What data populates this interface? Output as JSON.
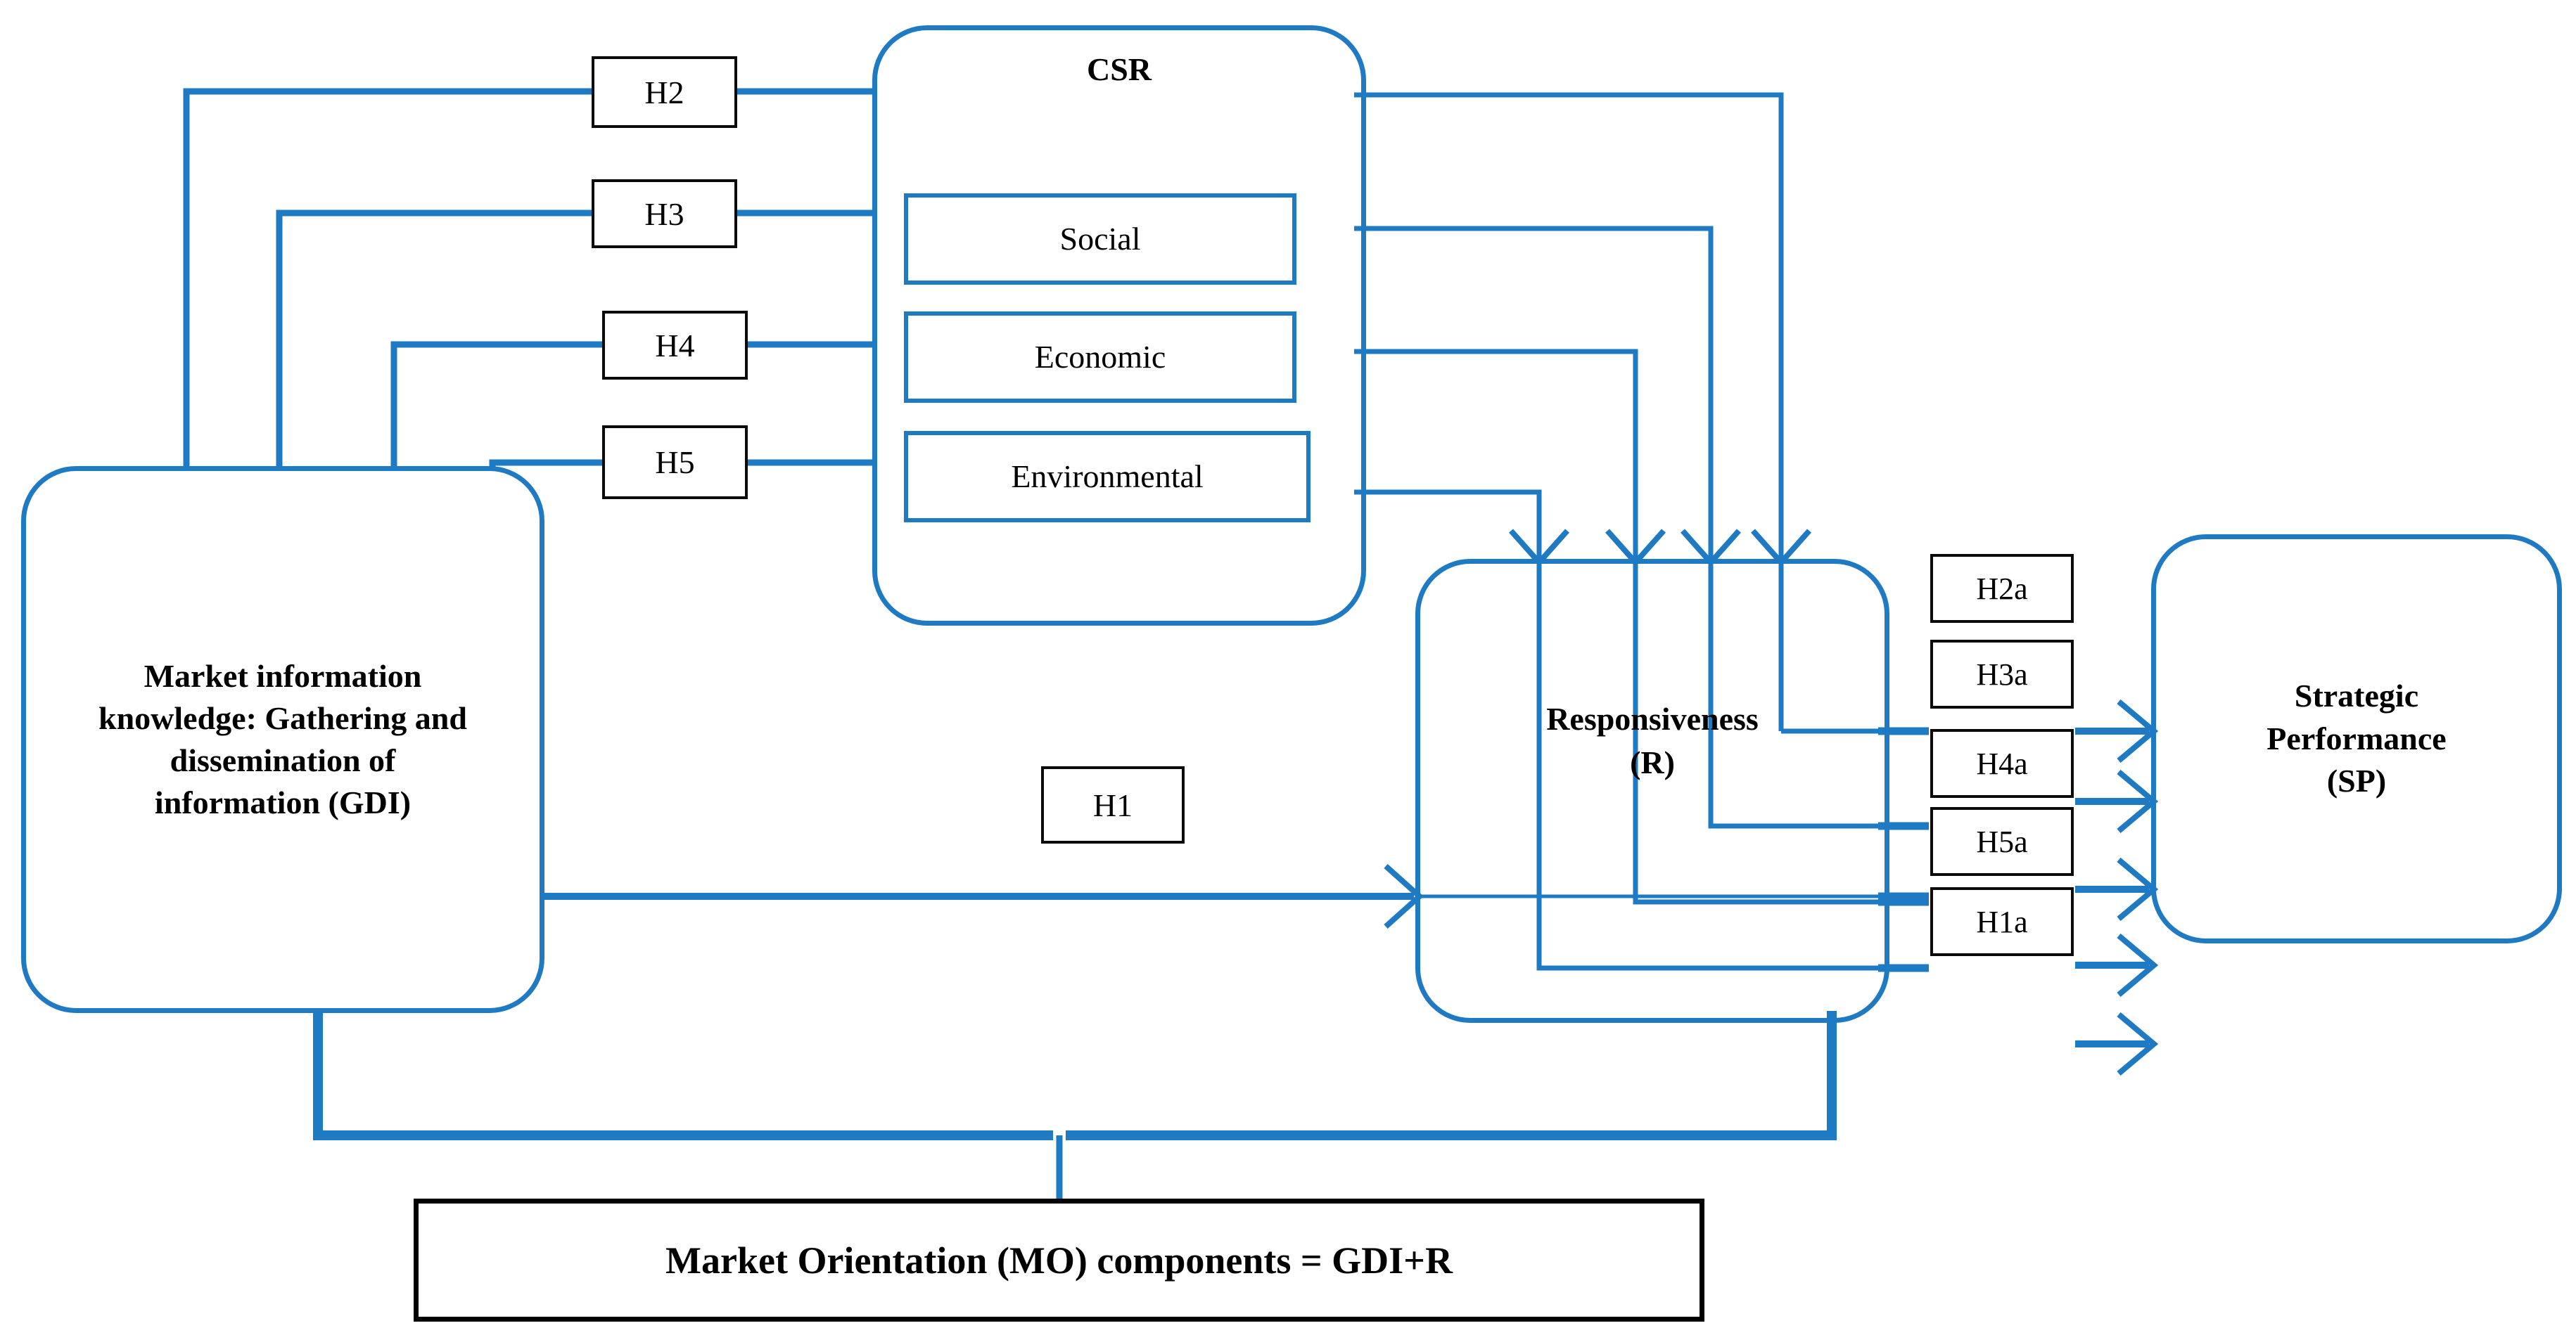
{
  "diagram": {
    "title_text": "",
    "accent_color": "#1F7AC4",
    "outline_color": "#000000",
    "background_color": "#FFFFFF"
  },
  "nodes": {
    "gdi": {
      "label": "Market information knowledge: Gathering and dissemination of information (GDI)",
      "code": "GDI"
    },
    "csr": {
      "label": "CSR",
      "sub_nodes": [
        {
          "label": "Social"
        },
        {
          "label": "Economic"
        },
        {
          "label": "Environmental"
        }
      ]
    },
    "responsiveness": {
      "label": "Responsiveness (R)",
      "line1": "Responsiveness",
      "line2": "(R)",
      "code": "R"
    },
    "strategic_performance": {
      "label": "Strategic Performance (SP)",
      "line1": "Strategic",
      "line2": "Performance",
      "line3": "(SP)",
      "code": "SP"
    },
    "market_orientation": {
      "label": "Market Orientation (MO) components = GDI+R"
    }
  },
  "hypothesis_labels_left": [
    {
      "id": "H2",
      "label": "H2"
    },
    {
      "id": "H3",
      "label": "H3"
    },
    {
      "id": "H4",
      "label": "H4"
    },
    {
      "id": "H5",
      "label": "H5"
    }
  ],
  "hypothesis_label_center": {
    "id": "H1",
    "label": "H1"
  },
  "hypothesis_labels_right": [
    {
      "id": "H2a",
      "label": "H2a"
    },
    {
      "id": "H3a",
      "label": "H3a"
    },
    {
      "id": "H4a",
      "label": "H4a"
    },
    {
      "id": "H5a",
      "label": "H5a"
    },
    {
      "id": "H1a",
      "label": "H1a"
    }
  ]
}
